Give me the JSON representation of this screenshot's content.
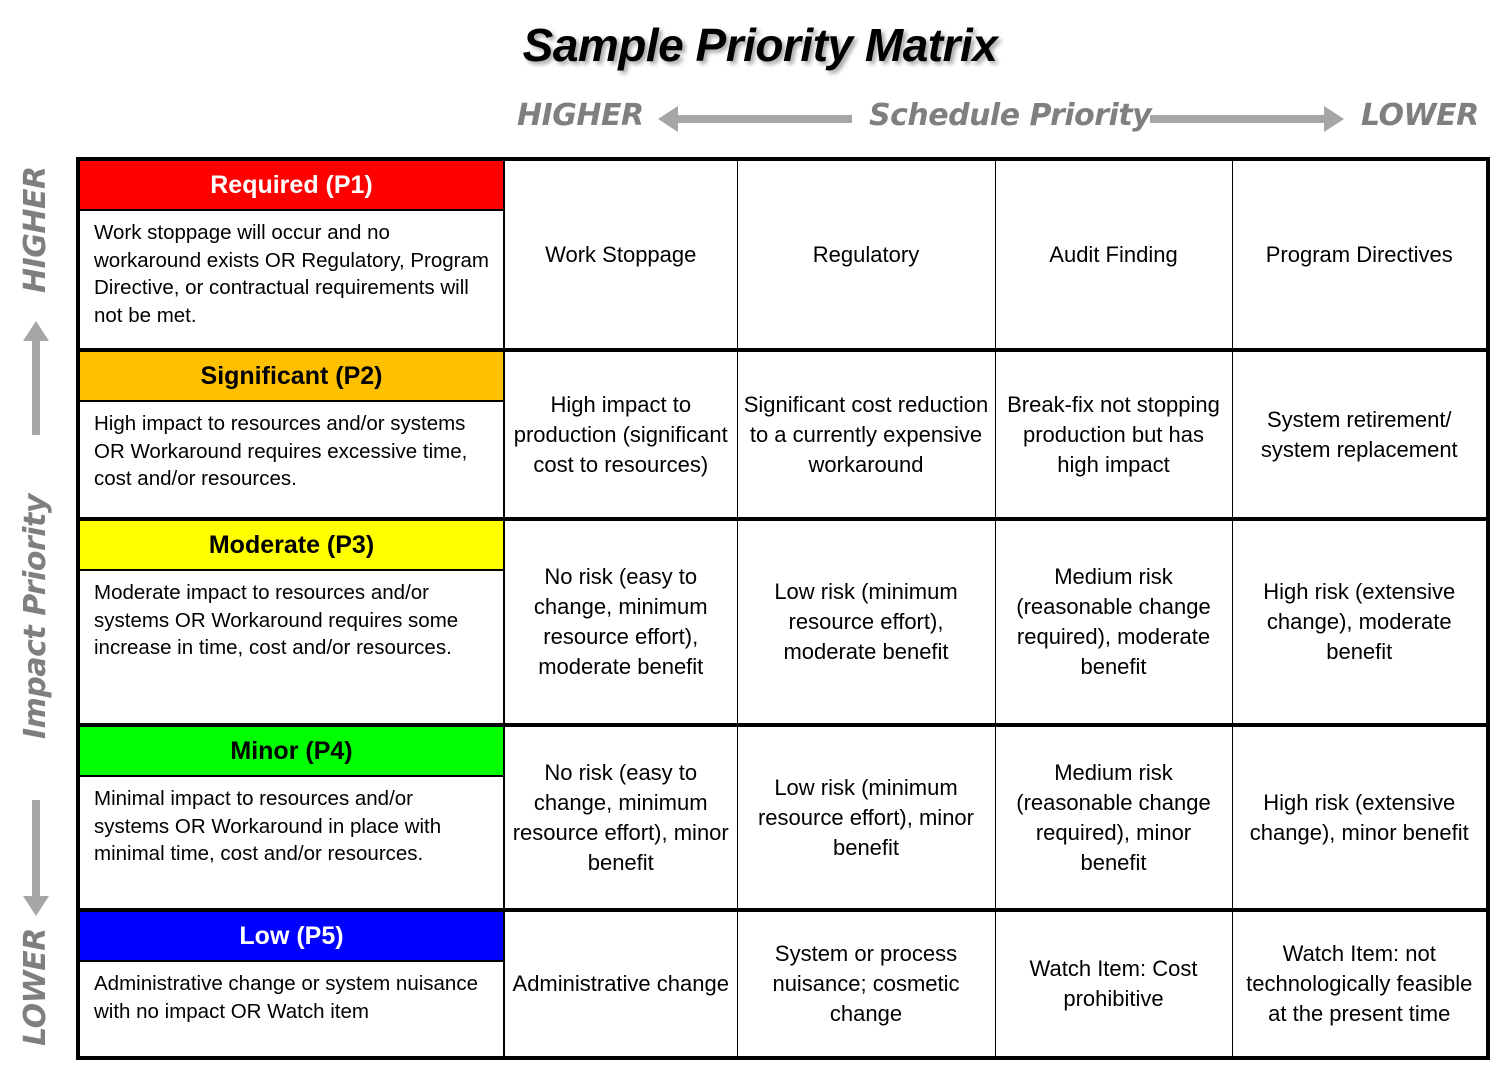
{
  "title": "Sample Priority Matrix",
  "schedule_axis": {
    "label": "Schedule Priority",
    "left_end": "HIGHER",
    "right_end": "LOWER"
  },
  "impact_axis": {
    "label": "Impact Priority",
    "top_end": "HIGHER",
    "bottom_end": "LOWER"
  },
  "colors": {
    "p1": "#FF0000",
    "p2": "#FFC000",
    "p3": "#FFFF00",
    "p4": "#00FF00",
    "p5": "#0000FF",
    "axis_gray": "#7F7F7F",
    "arrow_gray": "#A6A6A6"
  },
  "rows": [
    {
      "level": "Required (P1)",
      "header_color": "#FF0000",
      "header_text_color": "#FFFFFF",
      "description": "Work stoppage will occur and no workaround exists OR Regulatory, Program Directive, or contractual requirements will not be met.",
      "cells": [
        "Work Stoppage",
        "Regulatory",
        "Audit Finding",
        "Program Directives"
      ]
    },
    {
      "level": "Significant (P2)",
      "header_color": "#FFC000",
      "header_text_color": "#000000",
      "description": "High impact to resources and/or systems OR Workaround requires excessive time, cost and/or resources.",
      "cells": [
        "High impact to production (significant cost to resources)",
        "Significant cost reduction to a currently expensive workaround",
        "Break-fix not stopping production but has high impact",
        "System retirement/ system replacement"
      ]
    },
    {
      "level": "Moderate (P3)",
      "header_color": "#FFFF00",
      "header_text_color": "#000000",
      "description": "Moderate impact to resources and/or systems OR Workaround requires some increase in time, cost and/or resources.",
      "cells": [
        "No risk (easy to change, minimum resource effort), moderate benefit",
        "Low risk (minimum resource effort), moderate benefit",
        "Medium risk (reasonable change required), moderate benefit",
        "High risk (extensive change), moderate benefit"
      ]
    },
    {
      "level": "Minor (P4)",
      "header_color": "#00FF00",
      "header_text_color": "#000000",
      "description": "Minimal impact to resources and/or systems OR Workaround in place with minimal time, cost and/or resources.",
      "cells": [
        "No risk (easy to change, minimum resource effort), minor benefit",
        "Low risk (minimum resource effort), minor benefit",
        "Medium risk (reasonable change required), minor benefit",
        "High risk (extensive change), minor benefit"
      ]
    },
    {
      "level": "Low (P5)",
      "header_color": "#0000FF",
      "header_text_color": "#FFFFFF",
      "description": "Administrative change or system nuisance with no impact OR Watch item",
      "cells": [
        "Administrative change",
        "System or process nuisance; cosmetic change",
        "Watch Item: Cost prohibitive",
        "Watch Item: not technologically feasible at the present time"
      ]
    }
  ]
}
